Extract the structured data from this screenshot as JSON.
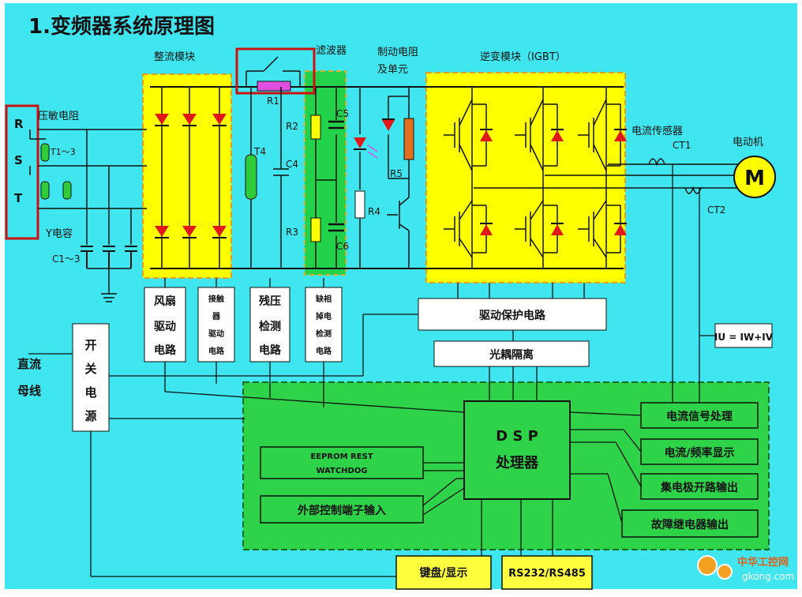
{
  "title": "1.变频器系统原理图",
  "labels": {
    "rectifier": "整流模块",
    "filter": "滤波器",
    "brake_line1": "制动电阻",
    "brake_line2": "及单元",
    "inverter": "逆变模块（IGBT）",
    "current_sensor": "电流传感器",
    "motor": "电动机",
    "motor_symbol": "M",
    "ct1": "CT1",
    "ct2": "CT2",
    "varistor": "压敏电阻",
    "phase_r": "R",
    "phase_s": "S",
    "phase_t": "T",
    "t13": "T1～3",
    "y_cap": "Y电容",
    "c13": "C1～3",
    "r1": "R1",
    "r2": "R2",
    "r3": "R3",
    "r4": "R4",
    "r5": "R5",
    "c4": "C4",
    "c5": "C5",
    "c6": "C6",
    "t4": "T4"
  },
  "blocks": {
    "fan": [
      "风扇",
      "驱动",
      "电路"
    ],
    "contactor": [
      "接触",
      "器",
      "驱动",
      "电路"
    ],
    "residual": [
      "残压",
      "检测",
      "电路"
    ],
    "phase_loss": [
      "缺相",
      "掉电",
      "检测",
      "电路"
    ],
    "drive_protect": "驱动保护电路",
    "opto": "光耦隔离",
    "formula": "IU = IW+IV",
    "dc_bus_1": "直流",
    "dc_bus_2": "母线",
    "switch_psu": [
      "开",
      "关",
      "电",
      "源"
    ],
    "dsp_1": "D S P",
    "dsp_2": "处理器",
    "eeprom_1": "EEPROM REST",
    "eeprom_2": "WATCHDOG",
    "ext_input": "外部控制端子输入",
    "current_proc": "电流信号处理",
    "cur_freq": "电流/频率显示",
    "collector": "集电极开路输出",
    "fault_relay": "故障继电器输出",
    "keyboard": "键盘/显示",
    "rs": "RS232/RS485"
  },
  "watermark": {
    "line1": "中华工控网",
    "line2": "gkong.com"
  },
  "colors": {
    "background": "#3fe6f0",
    "module_yellow": "#ffff00",
    "filter_green": "#22d24a",
    "control_green": "#2ed34a",
    "dashed_orange": "#e0a020",
    "highlight_red": "#cc1111",
    "diode_red": "#e01818",
    "line": "#111111",
    "box_white": "#ffffff"
  }
}
